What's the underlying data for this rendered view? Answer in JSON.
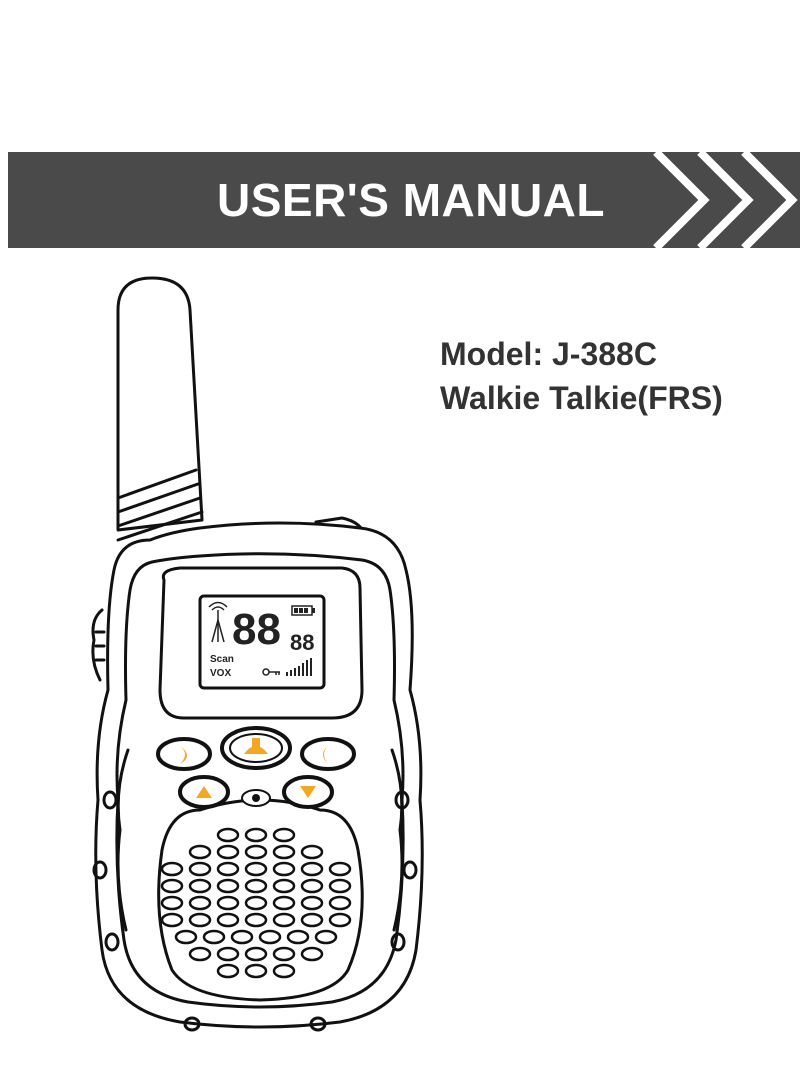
{
  "banner": {
    "title": "USER'S MANUAL",
    "color": "#4a4a4a"
  },
  "model": {
    "line1": "Model: J-388C",
    "line2": "Walkie Talkie(FRS)"
  },
  "device": {
    "lcd": {
      "main_digits": "88",
      "sub_digits": "88",
      "scan_label": "Scan",
      "vox_label": "VOX"
    },
    "accent_color": "#f5a623",
    "icons": [
      "antenna-tower-icon",
      "battery-icon",
      "key-lock-icon",
      "signal-bars-icon",
      "up-arrow-icon",
      "down-arrow-icon",
      "eye-icon"
    ]
  }
}
